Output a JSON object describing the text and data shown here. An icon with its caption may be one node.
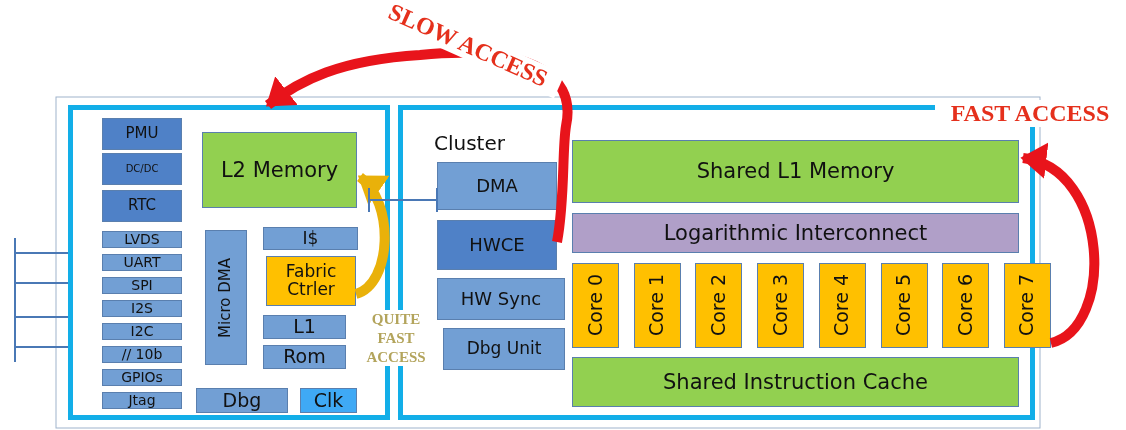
{
  "diagram": {
    "nodes": [
      {
        "text": [],
        "shape": "box"
      },
      {
        "text": [
          "PMU"
        ],
        "in": 0
      },
      {
        "text": [
          "DC/DC"
        ],
        "in": 0
      },
      {
        "text": [
          "RTC"
        ],
        "in": 0
      },
      {
        "text": [
          "LVDS"
        ],
        "in": 0
      },
      {
        "text": [
          "UART"
        ],
        "in": 0
      },
      {
        "text": [
          "SPI"
        ],
        "in": 0
      },
      {
        "text": [
          "I2S"
        ],
        "in": 0
      },
      {
        "text": [
          "I2C"
        ],
        "in": 0
      },
      {
        "text": [
          "// 10b"
        ],
        "in": 0
      },
      {
        "text": [
          "GPIOs"
        ],
        "in": 0
      },
      {
        "text": [
          "Jtag"
        ],
        "in": 0
      },
      {
        "text": [
          "L2 Memory"
        ],
        "in": 0
      },
      {
        "text": [
          "Micro DMA"
        ],
        "in": 0
      },
      {
        "text": [
          "I$"
        ],
        "in": 0
      },
      {
        "text": [
          "Fabric Ctrler"
        ],
        "in": 0
      },
      {
        "text": [
          "L1"
        ],
        "in": 0
      },
      {
        "text": [
          "Rom"
        ],
        "in": 0
      },
      {
        "text": [
          "Dbg"
        ],
        "in": 0
      },
      {
        "text": [
          "Clk"
        ],
        "in": 0
      },
      {
        "text": [
          "Cluster"
        ]
      },
      {
        "text": [
          "DMA"
        ],
        "in": 20
      },
      {
        "text": [
          "HWCE"
        ],
        "in": 20
      },
      {
        "text": [
          "HW Sync"
        ],
        "in": 20
      },
      {
        "text": [
          "Dbg Unit"
        ],
        "in": 20
      },
      {
        "text": [
          "Shared L1 Memory"
        ],
        "in": 20
      },
      {
        "text": [
          "Logarithmic Interconnect"
        ],
        "in": 20
      },
      {
        "text": [
          "Core 0"
        ],
        "in": 20
      },
      {
        "text": [
          "Core 1"
        ],
        "in": 20
      },
      {
        "text": [
          "Core 2"
        ],
        "in": 20
      },
      {
        "text": [
          "Core 3"
        ],
        "in": 20
      },
      {
        "text": [
          "Core 4"
        ],
        "in": 20
      },
      {
        "text": [
          "Core 5"
        ],
        "in": 20
      },
      {
        "text": [
          "Core 6"
        ],
        "in": 20
      },
      {
        "text": [
          "Core 7"
        ],
        "in": 20
      },
      {
        "text": [
          "Shared Instruction Cache"
        ],
        "in": 20
      }
    ],
    "edges": [
      {
        "from": 22,
        "to": 0,
        "arrow": "to",
        "label": "SLOW ACCESS",
        "color": "#e8141b"
      },
      {
        "from": 34,
        "to": 25,
        "arrow": "to",
        "label": "FAST ACCESS",
        "color": "#e8141b"
      },
      {
        "from": 15,
        "to": 12,
        "arrow": "to",
        "label": "QUITE FAST ACCESS",
        "color": "#e9b10a"
      },
      {
        "from": 12,
        "to": 21,
        "arrow": "other",
        "color": "#4a78b5"
      }
    ]
  }
}
